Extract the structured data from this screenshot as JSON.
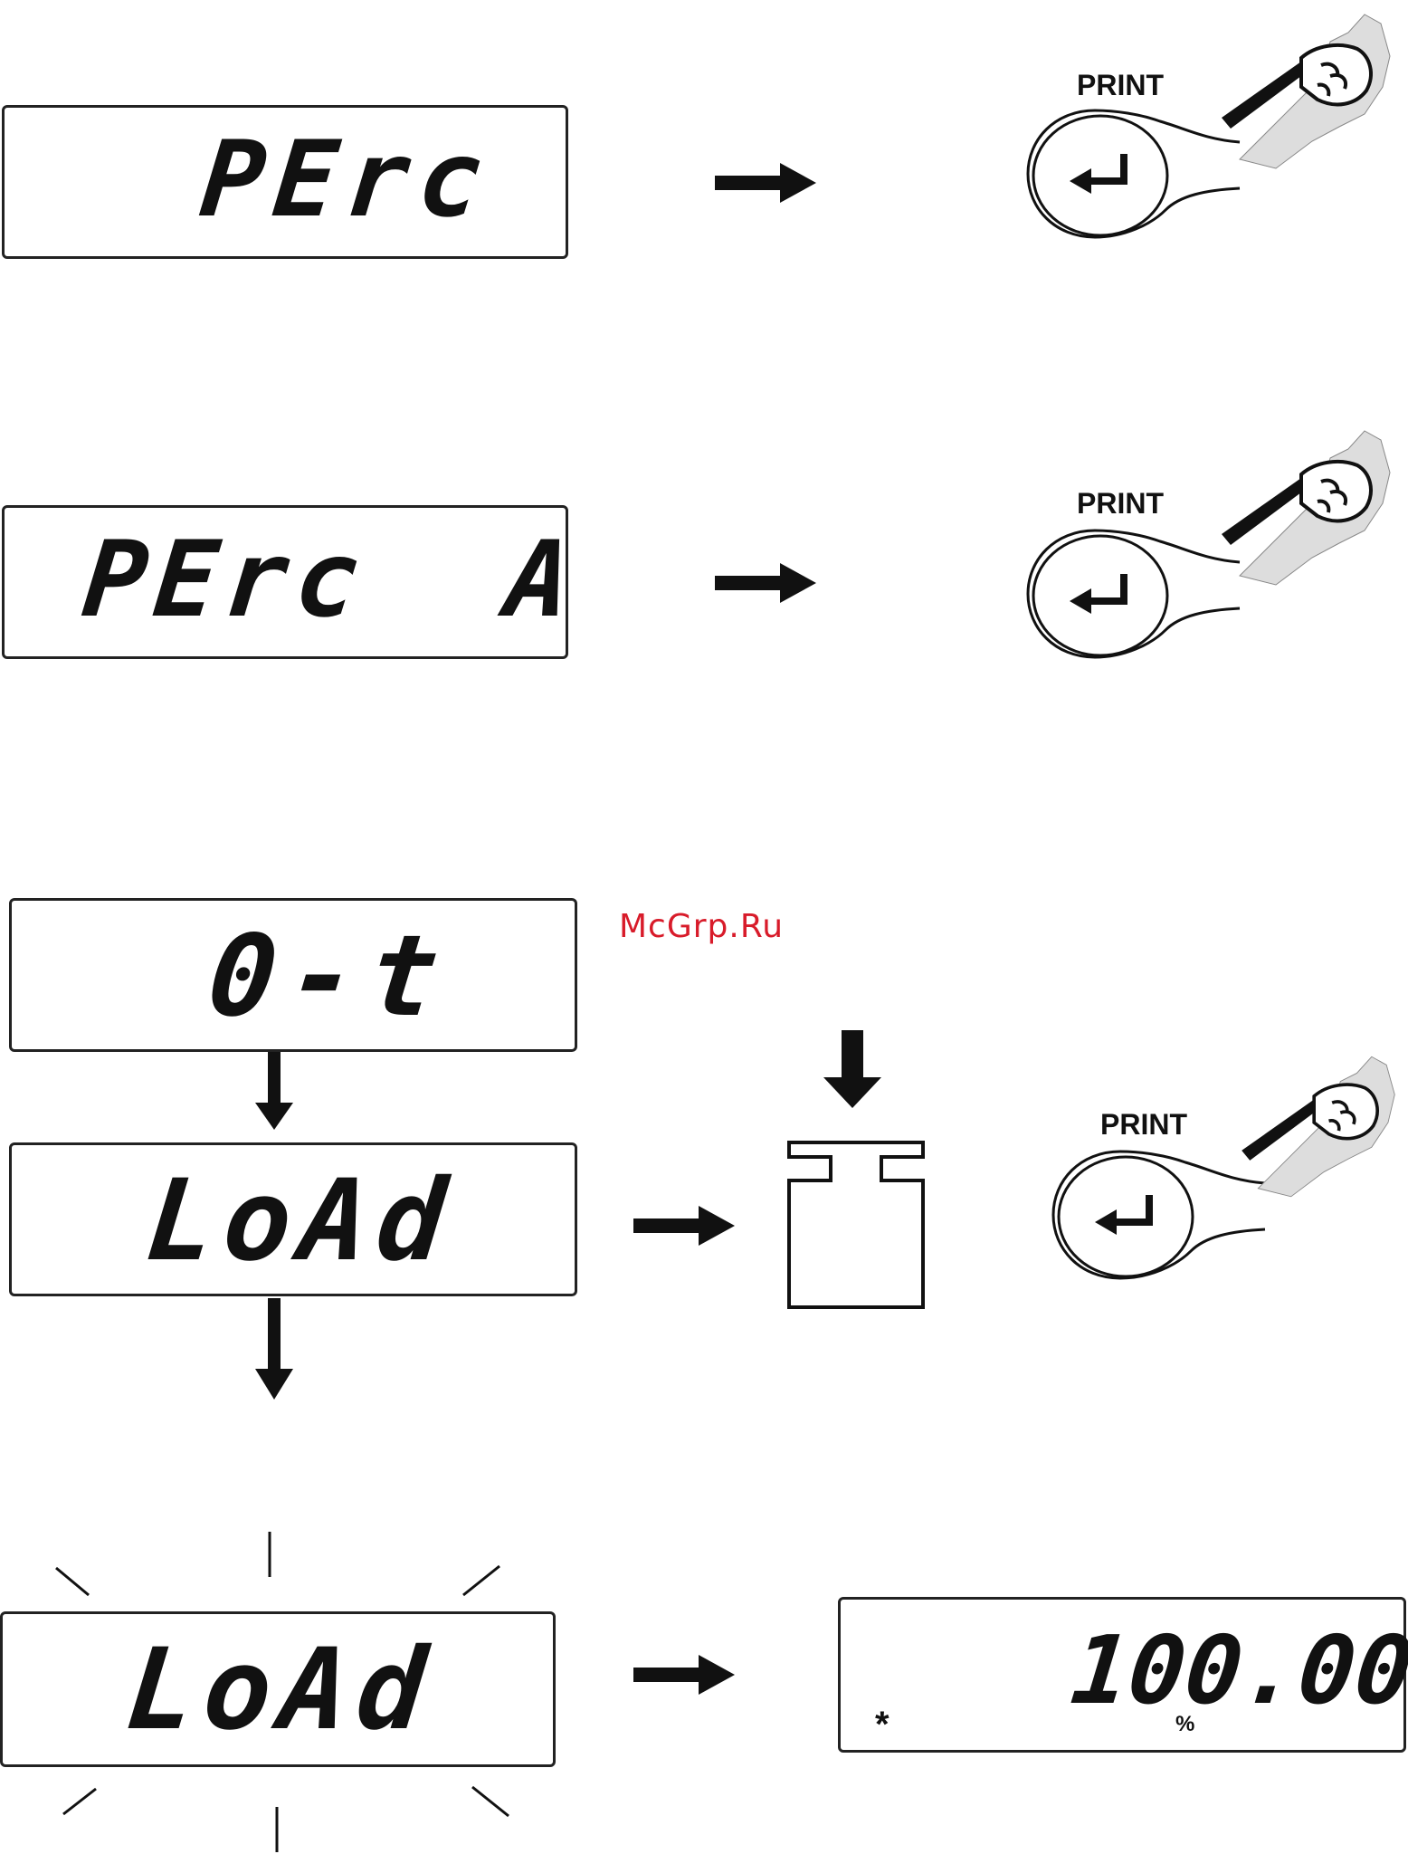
{
  "watermark": "McGrp.Ru",
  "step1": {
    "display": "PErc",
    "key_label": "PRINT"
  },
  "step2": {
    "display": "PErc  A",
    "key_label": "PRINT"
  },
  "step3": {
    "display_top": "0-t",
    "display_load": "LoAd",
    "key_label": "PRINT"
  },
  "step4": {
    "display_blink": "LoAd",
    "result_value": "100.00",
    "result_unit": "%",
    "stable_symbol": "*"
  },
  "icons": {
    "arrow": "arrow-right-icon",
    "arrow_down": "arrow-down-icon",
    "enter": "enter-key-icon",
    "hand": "pointing-hand-icon",
    "weight": "calibration-weight-icon"
  }
}
